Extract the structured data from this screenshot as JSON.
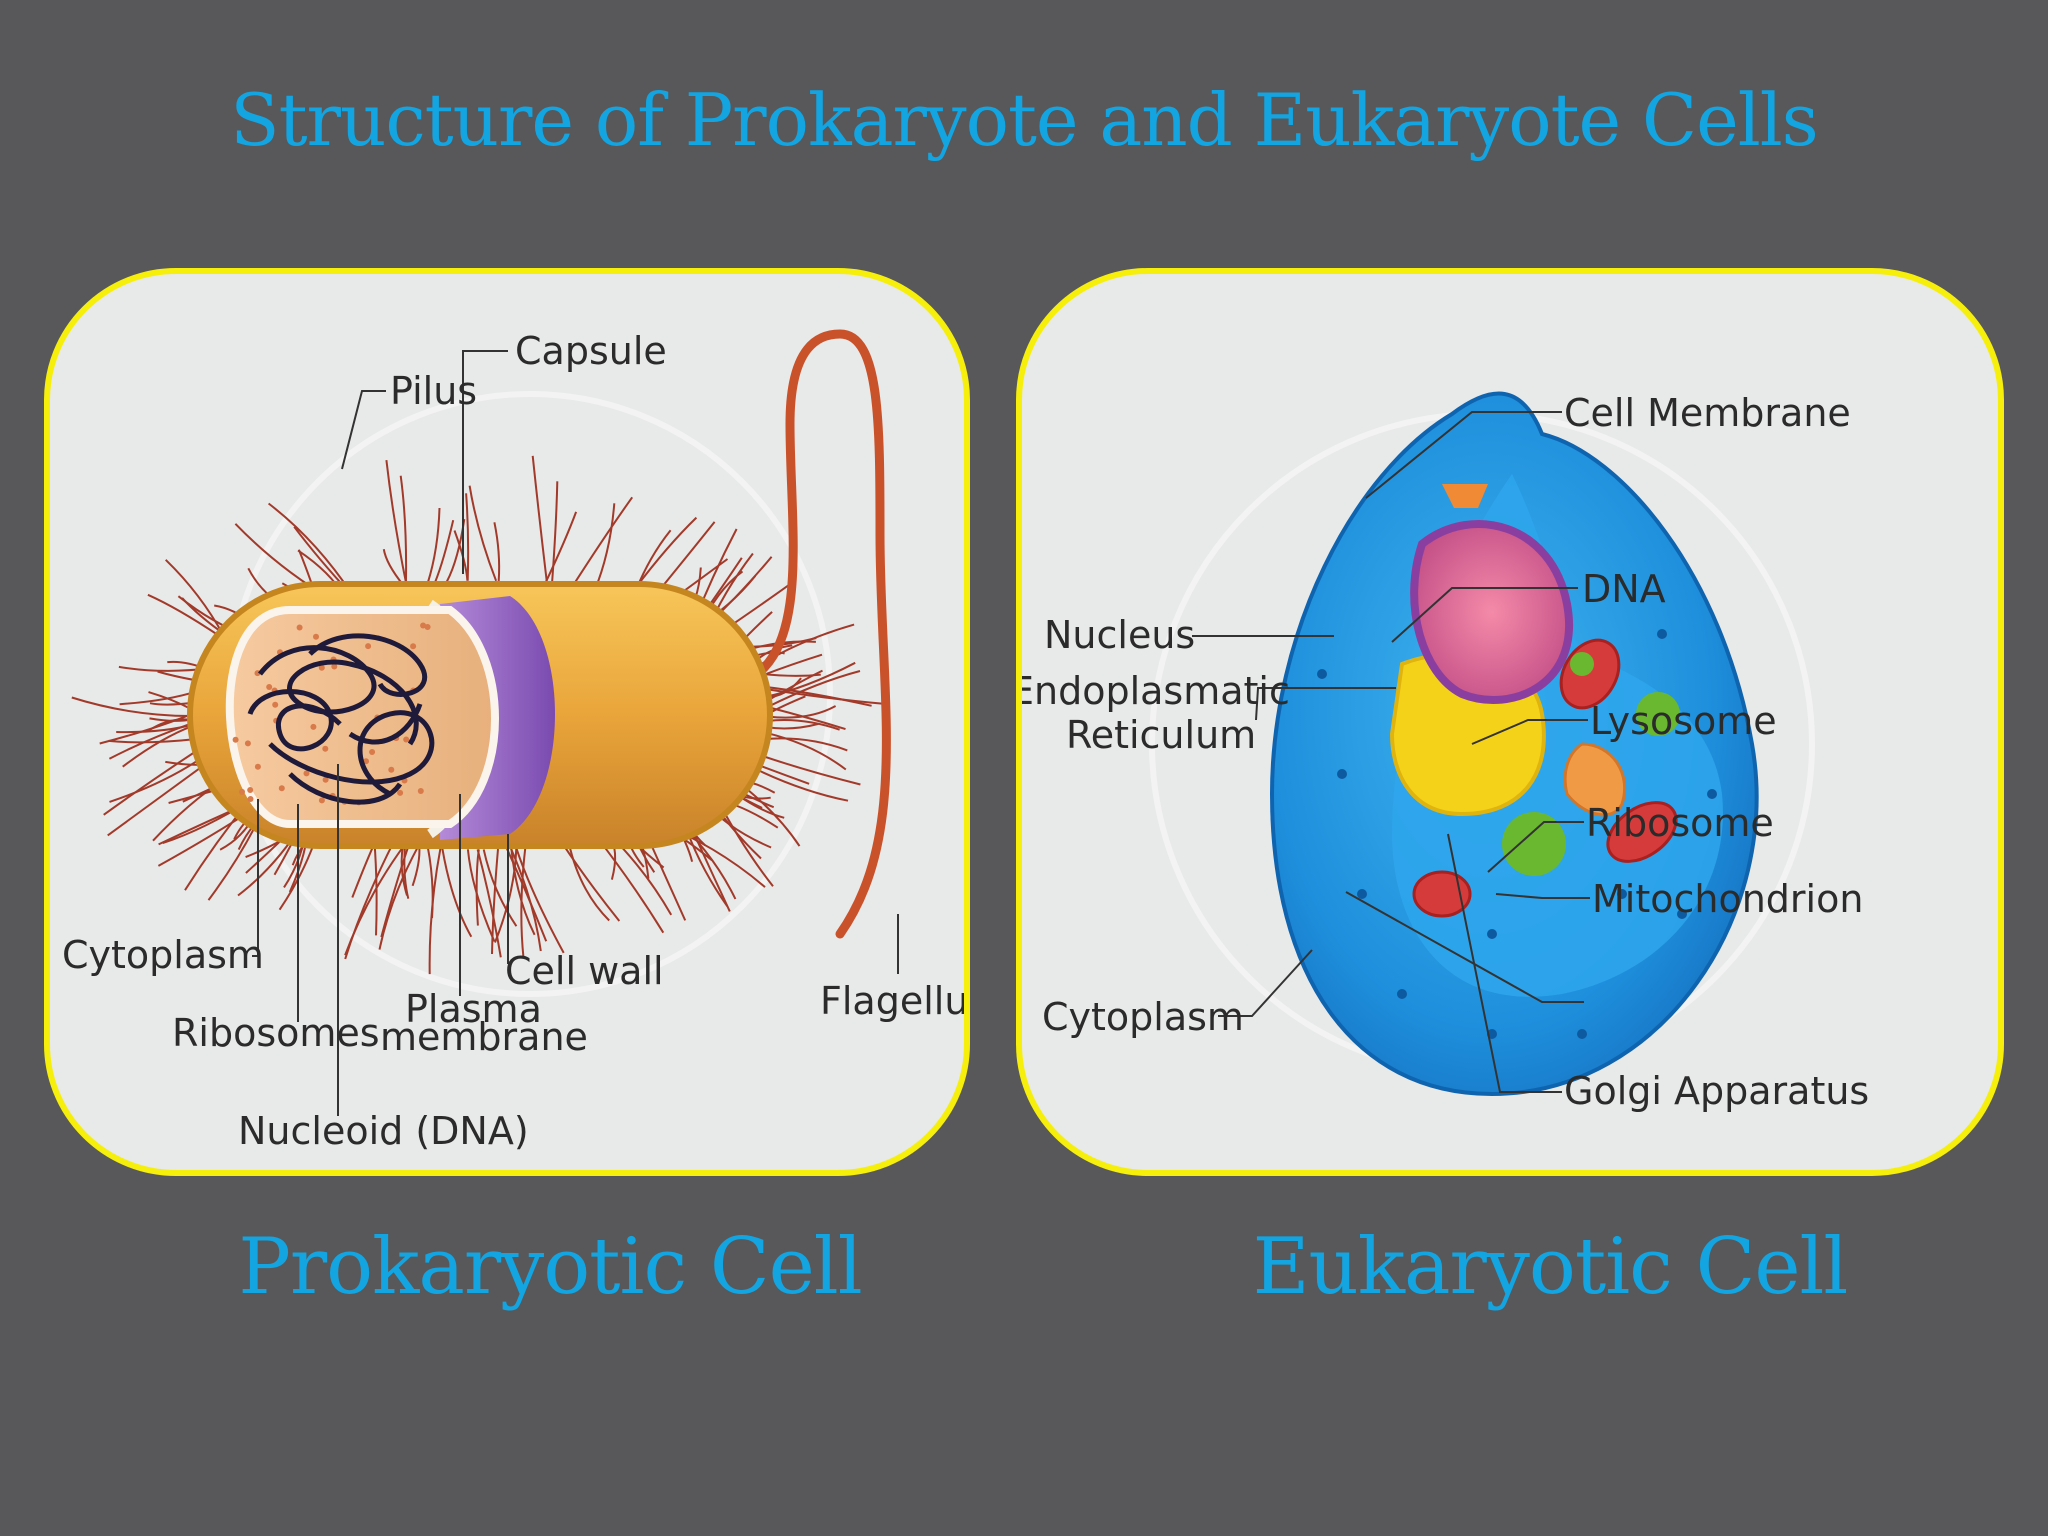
{
  "title": "Structure of Prokaryote and Eukaryote Cells",
  "prokaryote": {
    "caption": "Prokaryotic Cell",
    "labels": {
      "capsule": "Capsule",
      "pilus": "Pilus",
      "cytoplasm": "Cytoplasm",
      "ribosomes": "Ribosomes",
      "cell_wall": "Cell wall",
      "plasma": "Plasma",
      "membrane": "membrane",
      "nucleoid": "Nucleoid (DNA)",
      "flagellum": "Flagellum"
    }
  },
  "eukaryote": {
    "caption": "Eukaryotic Cell",
    "labels": {
      "cell_membrane": "Cell Membrane",
      "dna": "DNA",
      "nucleus": "Nucleus",
      "endoplasmatic": "Endoplasmatic",
      "reticulum": "Reticulum",
      "lysosome": "Lysosome",
      "ribosome": "Ribosome",
      "mitochondrion": "Mitochondrion",
      "cytoplasm": "Cytoplasm",
      "golgi": "Golgi Apparatus"
    }
  },
  "colors": {
    "title": "#12a5e2",
    "background": "#58585a",
    "panel_border": "#f6ef0c",
    "panel_fill": "#e8e9e9"
  }
}
